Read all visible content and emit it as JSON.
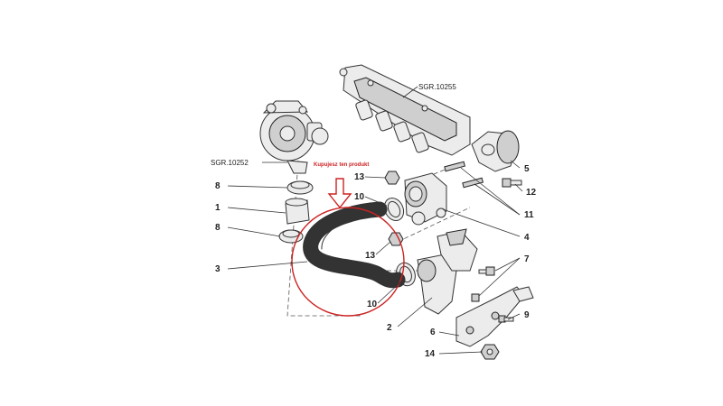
{
  "diagram": {
    "highlight_note": "Kupujesz ten produkt",
    "group_refs": [
      {
        "id": "ref-10252",
        "text": "SGR.10252"
      },
      {
        "id": "ref-10255",
        "text": "SGR.10255"
      }
    ],
    "part_numbers": [
      {
        "id": "p1",
        "text": "1"
      },
      {
        "id": "p2",
        "text": "2"
      },
      {
        "id": "p3",
        "text": "3"
      },
      {
        "id": "p4",
        "text": "4"
      },
      {
        "id": "p5",
        "text": "5"
      },
      {
        "id": "p6",
        "text": "6"
      },
      {
        "id": "p7",
        "text": "7"
      },
      {
        "id": "p8a",
        "text": "8"
      },
      {
        "id": "p8b",
        "text": "8"
      },
      {
        "id": "p9",
        "text": "9"
      },
      {
        "id": "p10a",
        "text": "10"
      },
      {
        "id": "p10b",
        "text": "10"
      },
      {
        "id": "p11",
        "text": "11"
      },
      {
        "id": "p12",
        "text": "12"
      },
      {
        "id": "p13a",
        "text": "13"
      },
      {
        "id": "p13b",
        "text": "13"
      },
      {
        "id": "p14",
        "text": "14"
      }
    ],
    "colors": {
      "highlight": "#cc2222",
      "line": "#333333"
    }
  }
}
